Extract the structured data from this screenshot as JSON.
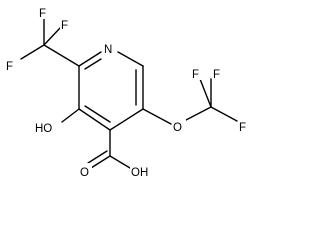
{
  "labels": {
    "n": "N",
    "f1": "F",
    "f2": "F",
    "f3": "F",
    "f4": "F",
    "f5": "F",
    "f6": "F",
    "hydroxyl": "HO",
    "ether_o": "O",
    "carbonyl_o": "O",
    "acid_oh": "OH"
  }
}
